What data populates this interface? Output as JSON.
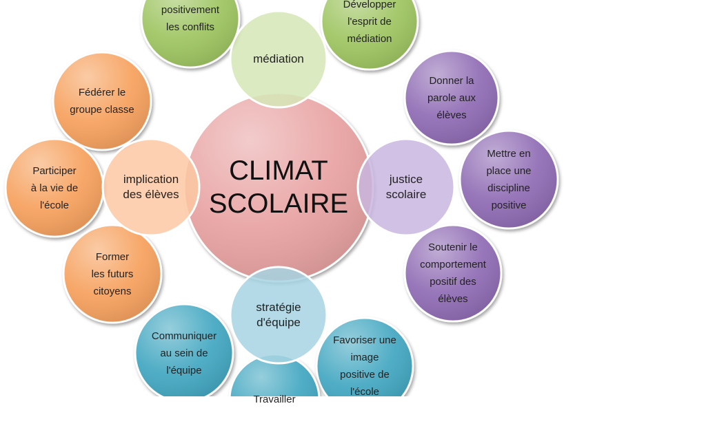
{
  "center": {
    "label": "CLIMAT\nSCOLAIRE",
    "color": "#e8a1a1"
  },
  "hubs": {
    "mediation": {
      "label": "médiation",
      "color": "#d5e6b6"
    },
    "justice": {
      "label": "justice\nscolaire",
      "color": "#c9b6df"
    },
    "strategie": {
      "label": "stratégie\nd'équipe",
      "color": "#a6d4e2"
    },
    "implication": {
      "label": "implication\ndes élèves",
      "color": "#fbc8a2"
    }
  },
  "leaves": {
    "mediation": {
      "color": "#9dc45e",
      "items": [
        "positivement\nles conflits",
        "Développer\nl'esprit de\nmédiation"
      ]
    },
    "justice": {
      "color": "#8e6bb3",
      "items": [
        "Donner la\nparole aux\nélèves",
        "Mettre en\nplace une\ndiscipline\npositive",
        "Soutenir le\ncomportement\npositif des\nélèves"
      ]
    },
    "strategie": {
      "color": "#40a6c0",
      "items": [
        "Communiquer\nau sein de\nl'équipe",
        "Favoriser une\nimage\npositive de\nl'école",
        "Travailler"
      ]
    },
    "implication": {
      "color": "#f6a05c",
      "items": [
        "Fédérer le\ngroupe classe",
        "Participer\nà la vie de\nl'école",
        "Former\nles futurs\ncitoyens"
      ]
    }
  }
}
